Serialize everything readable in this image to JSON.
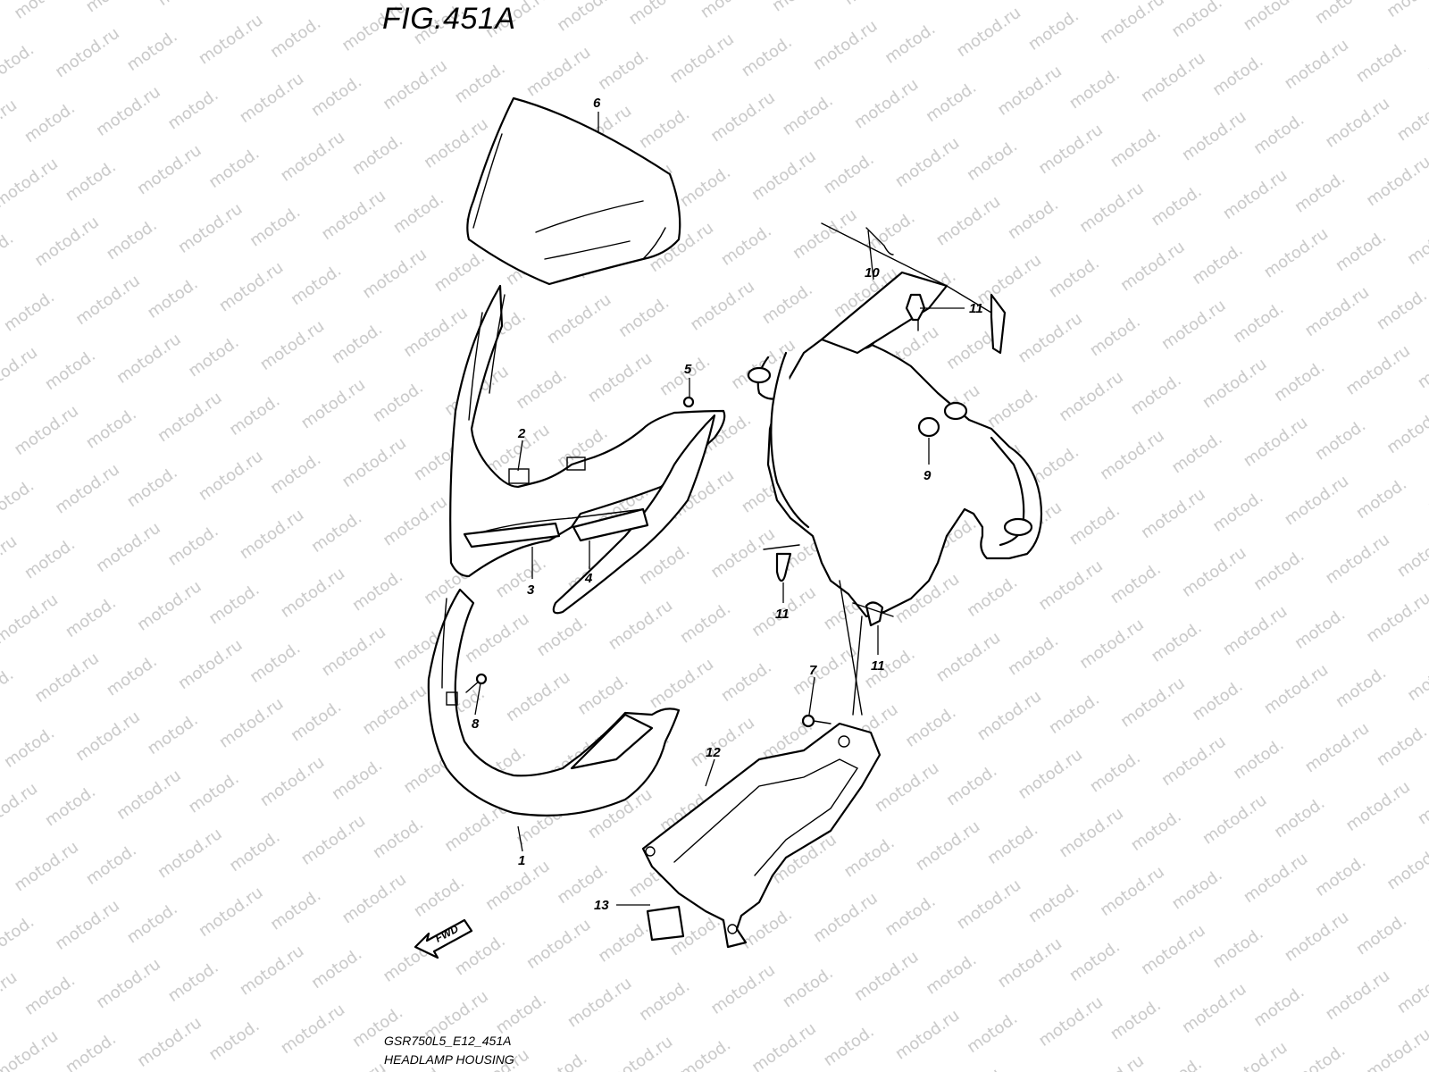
{
  "figure": {
    "title": "FIG.451A",
    "code": "GSR750L5_E12_451A",
    "name": "HEADLAMP HOUSING",
    "watermark": "motod.ru",
    "fwd_label": "FWD"
  },
  "callouts": {
    "c1": "1",
    "c2": "2",
    "c3": "3",
    "c4": "4",
    "c5": "5",
    "c6": "6",
    "c7": "7",
    "c8": "8",
    "c9": "9",
    "c10": "10",
    "c11a": "11",
    "c11b": "11",
    "c11c": "11",
    "c12": "12",
    "c13": "13"
  }
}
